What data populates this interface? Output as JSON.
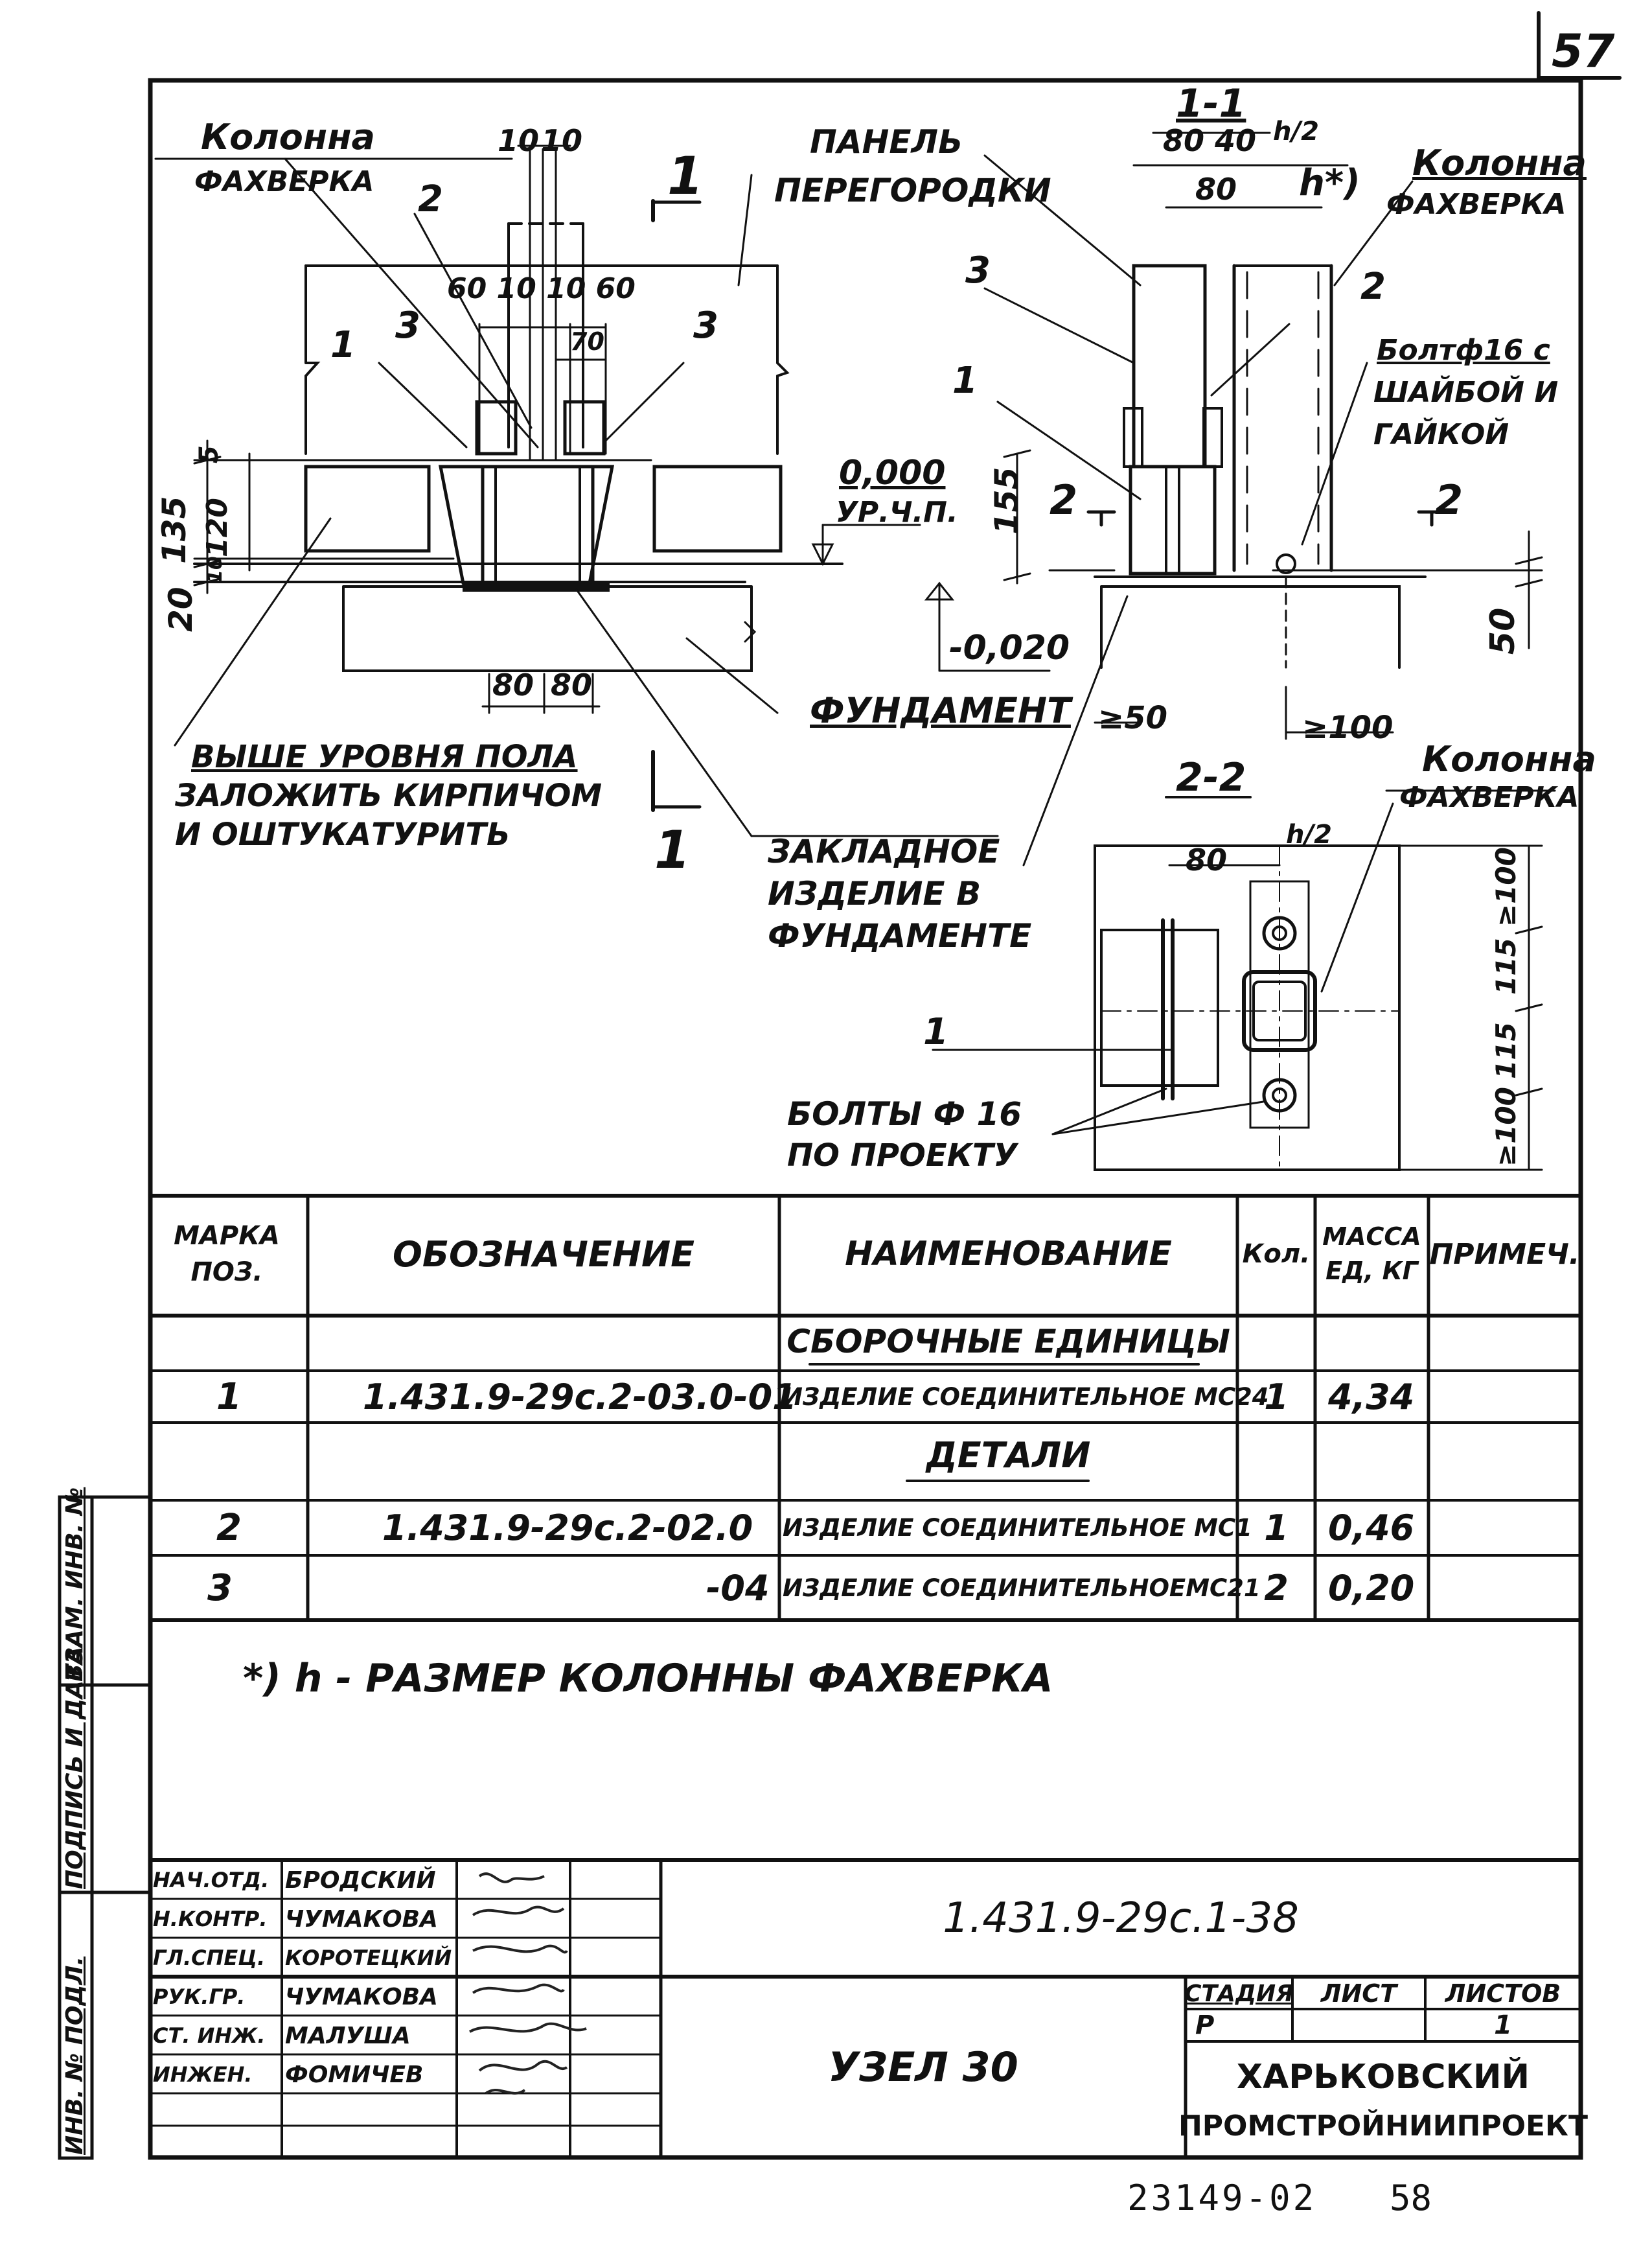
{
  "page_number": "57",
  "bottom_code": "23149-02",
  "bottom_number": "58",
  "drawing": {
    "left_view": {
      "col_label_1": "Колонна",
      "col_label_2": "ФАХВЕРКА",
      "dim_10a": "10",
      "dim_10b": "10",
      "section_mark_1": "1",
      "panel_label_1": "ПАНЕЛЬ",
      "panel_label_2": "ПЕРЕГОРОДКИ",
      "pos_2": "2",
      "dims_top": "60 10  10 60",
      "dim_70": "70",
      "pos_3a": "3",
      "pos_3b": "3",
      "pos_1": "1",
      "dim_5": "5",
      "dim_135": "135",
      "dim_120": "120",
      "dim_10": "10",
      "dim_20": "20",
      "level_000": "0,000",
      "level_floor": "УР.Ч.П.",
      "level_020": "-0,020",
      "dim_80a": "80",
      "dim_80b": "80",
      "foundation": "ФУНДАМЕНТ",
      "note_1": "ВЫШЕ УРОВНЯ ПОЛА",
      "note_2": "ЗАЛОЖИТЬ КИРПИЧОМ",
      "note_3": "И ОШТУКАТУРИТЬ",
      "embed_1": "ЗАКЛАДНОЕ",
      "embed_2": "ИЗДЕЛИЕ В",
      "embed_3": "ФУНДАМЕНТЕ",
      "section_mark_bottom": "1"
    },
    "section_1_1": {
      "title": "1-1",
      "dims": "80 40",
      "h_half": "h/2",
      "dim_80": "80",
      "h_star": "h*)",
      "col_label_1": "Колонна",
      "col_label_2": "ФАХВЕРКА",
      "pos_3": "3",
      "pos_2": "2",
      "pos_1": "1",
      "bolt_1": "Болтф16 с",
      "bolt_2": "ШАЙБОЙ И",
      "bolt_3": "ГАЙКОЙ",
      "dim_155": "155",
      "mark_2a": "2",
      "mark_2b": "2",
      "dim_50": "50",
      "dim_ge50": "≥50",
      "dim_ge100": "≥100"
    },
    "section_2_2": {
      "title": "2-2",
      "col_label_1": "Колонна",
      "col_label_2": "ФАХВЕРКА",
      "h_half": "h/2",
      "dim_80": "80",
      "dims_right": [
        "≥100",
        "115",
        "115",
        "≥100"
      ],
      "pos_1": "1",
      "bolts_1": "БОЛТЫ Ф 16",
      "bolts_2": "ПО ПРОЕКТУ"
    }
  },
  "spec_table": {
    "headers": {
      "mark": "МАРКА ПОЗ.",
      "designation": "ОБОЗНАЧЕНИЕ",
      "name": "НАИМЕНОВАНИЕ",
      "qty": "Кол.",
      "mass": "МАССА ЕД, КГ",
      "note": "ПРИМЕЧ."
    },
    "section_assemblies": "СБОРОЧНЫЕ ЕДИНИЦЫ",
    "section_details": "ДЕТАЛИ",
    "rows": [
      {
        "pos": "1",
        "designation": "1.431.9-29с.2-03.0-01",
        "name": "ИЗДЕЛИЕ СОЕДИНИТЕЛЬНОЕ МС24",
        "qty": "1",
        "mass": "4,34"
      },
      {
        "pos": "2",
        "designation": "1.431.9-29с.2-02.0",
        "name": "ИЗДЕЛИЕ СОЕДИНИТЕЛЬНОЕ МС1",
        "qty": "1",
        "mass": "0,46"
      },
      {
        "pos": "3",
        "designation": "-04",
        "name": "ИЗДЕЛИЕ СОЕДИНИТЕЛЬНОЕМС21",
        "qty": "2",
        "mass": "0,20"
      }
    ]
  },
  "footnote": "*) h - РАЗМЕР КОЛОННЫ ФАХВЕРКА",
  "side_labels": [
    "ИНВ. № ПОДЛ.",
    "ПОДПИСЬ И ДАТА",
    "ВЗАМ. ИНВ. №"
  ],
  "title_block": {
    "roles": [
      "НАЧ.ОТД.",
      "Н.КОНТР.",
      "ГЛ.СПЕЦ.",
      "РУК.ГР.",
      "СТ. ИНЖ.",
      "ИНЖЕН."
    ],
    "names": [
      "БРОДСКИЙ",
      "ЧУМАКОВА",
      "КОРОТЕЦКИЙ",
      "ЧУМАКОВА",
      "МАЛУША",
      "ФОМИЧЕВ"
    ],
    "doc_code": "1.431.9-29с.1-38",
    "title": "УЗЕЛ 30",
    "stage_label": "СТАДИЯ",
    "sheet_label": "ЛИСТ",
    "sheets_label": "ЛИСТОВ",
    "stage": "Р",
    "sheet": "",
    "sheets": "1",
    "org_1": "ХАРЬКОВСКИЙ",
    "org_2": "ПРОМСТРОЙНИИПРОЕКТ"
  }
}
